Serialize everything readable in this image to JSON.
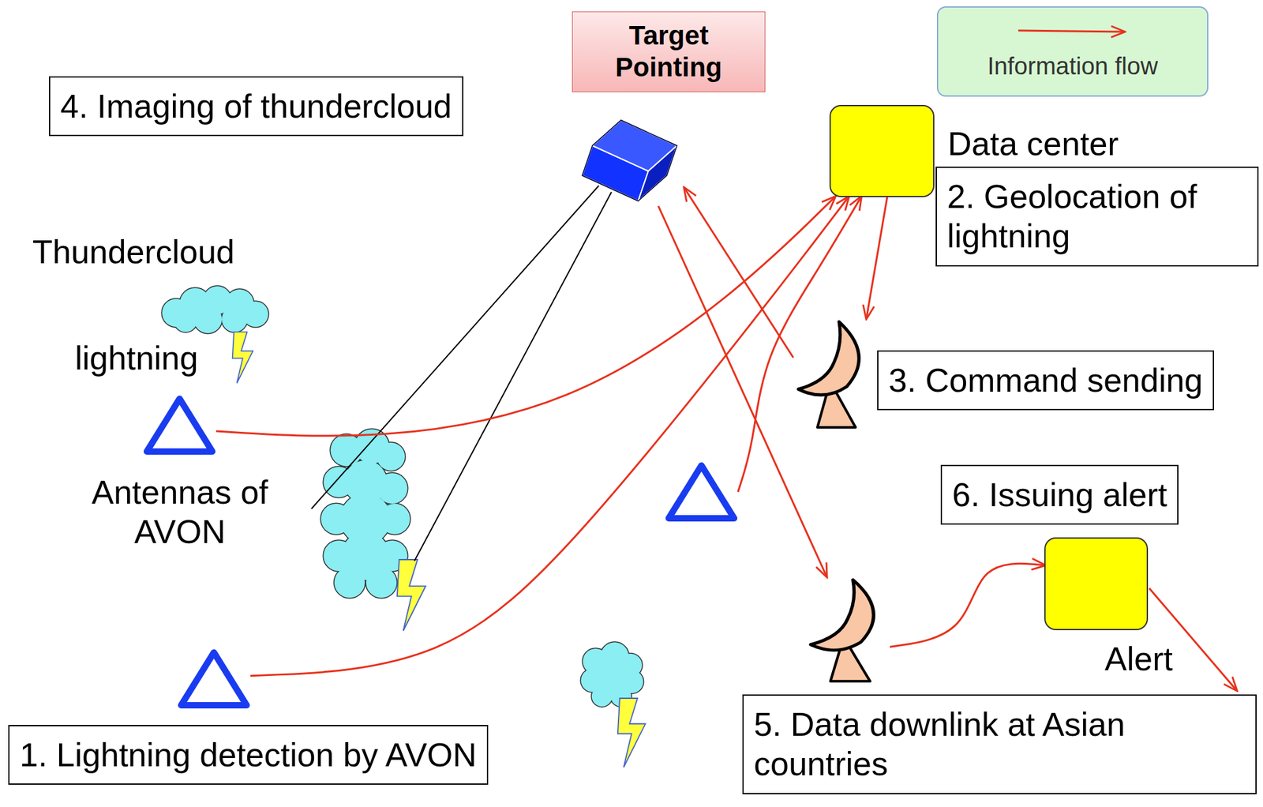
{
  "diagram": {
    "nodes": [
      {
        "text": [
          "4. Imaging of thundercloud"
        ]
      },
      {
        "text": [
          "Target Pointing"
        ]
      },
      {
        "text": []
      },
      {
        "text": [
          "Data center"
        ]
      },
      {
        "text": [
          "2. Geolocation of lightning"
        ]
      },
      {
        "text": [
          "Antennas of AVON"
        ]
      },
      {
        "text": []
      },
      {
        "text": [
          "3. Command sending"
        ]
      },
      {
        "text": []
      },
      {
        "text": [
          "6. Issuing alert"
        ]
      },
      {
        "text": [
          "Alert"
        ]
      },
      {
        "text": []
      },
      {
        "text": []
      },
      {
        "text": [
          "1. Lightning detection by AVON"
        ]
      },
      {
        "text": [
          "5. Data downlink at Asian countries"
        ]
      }
    ],
    "edges": [
      {
        "from": 5,
        "to": 3,
        "arrow": "to"
      },
      {
        "from": 8,
        "to": 3,
        "arrow": "to"
      },
      {
        "from": 12,
        "to": 3,
        "arrow": "to"
      },
      {
        "from": 3,
        "to": 6,
        "arrow": "to"
      },
      {
        "from": 6,
        "to": 2,
        "arrow": "to"
      },
      {
        "from": 2,
        "to": 11,
        "arrow": "to"
      },
      {
        "from": 11,
        "to": 10,
        "arrow": "to"
      }
    ],
    "labels": [
      "Thundercloud",
      "lightning"
    ],
    "legend": [
      {
        "text": "Information flow"
      }
    ]
  }
}
